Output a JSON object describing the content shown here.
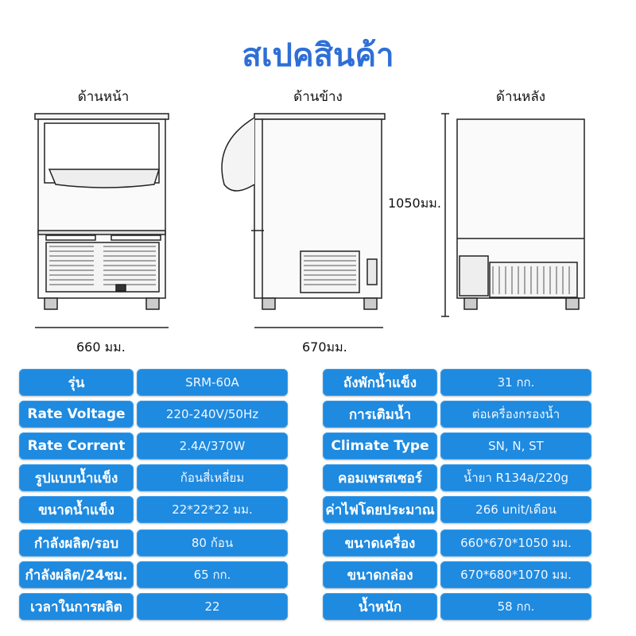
{
  "page": {
    "title": "สเปคสินค้า",
    "views": {
      "front": "ด้านหน้า",
      "side": "ด้านข้าง",
      "back": "ด้านหลัง"
    },
    "dimensions": {
      "width": "660 มม.",
      "depth": "670มม.",
      "height": "1050มม."
    }
  },
  "colors": {
    "title": "#2e6fd6",
    "cell_bg": "#1e8ae0",
    "cell_text": "#ffffff"
  },
  "specs": {
    "left": [
      {
        "label": "รุ่น",
        "value": "SRM-60A"
      },
      {
        "label": "Rate Voltage",
        "value": "220-240V/50Hz"
      },
      {
        "label": "Rate Corrent",
        "value": "2.4A/370W"
      },
      {
        "label": "รูปแบบน้ำแข็ง",
        "value": "ก้อนสี่เหลี่ยม"
      },
      {
        "label": "ขนาดน้ำแข็ง",
        "value": "22*22*22 มม."
      },
      {
        "label": "กำลังผลิต/รอบ",
        "value": "80 ก้อน"
      },
      {
        "label": "กำลังผลิต/24ชม.",
        "value": "65 กก."
      },
      {
        "label": "เวลาในการผลิต",
        "value": "22"
      }
    ],
    "right": [
      {
        "label": "ถังพักน้ำแข็ง",
        "value": "31 กก."
      },
      {
        "label": "การเติมน้ำ",
        "value": "ต่อเครื่องกรองน้ำ"
      },
      {
        "label": "Climate Type",
        "value": "SN, N, ST"
      },
      {
        "label": "คอมเพรสเซอร์",
        "value": "น้ำยา R134a/220g"
      },
      {
        "label": "ค่าไฟโดยประมาณ",
        "value": "266 unit/เดือน"
      },
      {
        "label": "ขนาดเครื่อง",
        "value": "660*670*1050 มม."
      },
      {
        "label": "ขนาดกล่อง",
        "value": "670*680*1070 มม."
      },
      {
        "label": "น้ำหนัก",
        "value": "58 กก."
      }
    ]
  }
}
